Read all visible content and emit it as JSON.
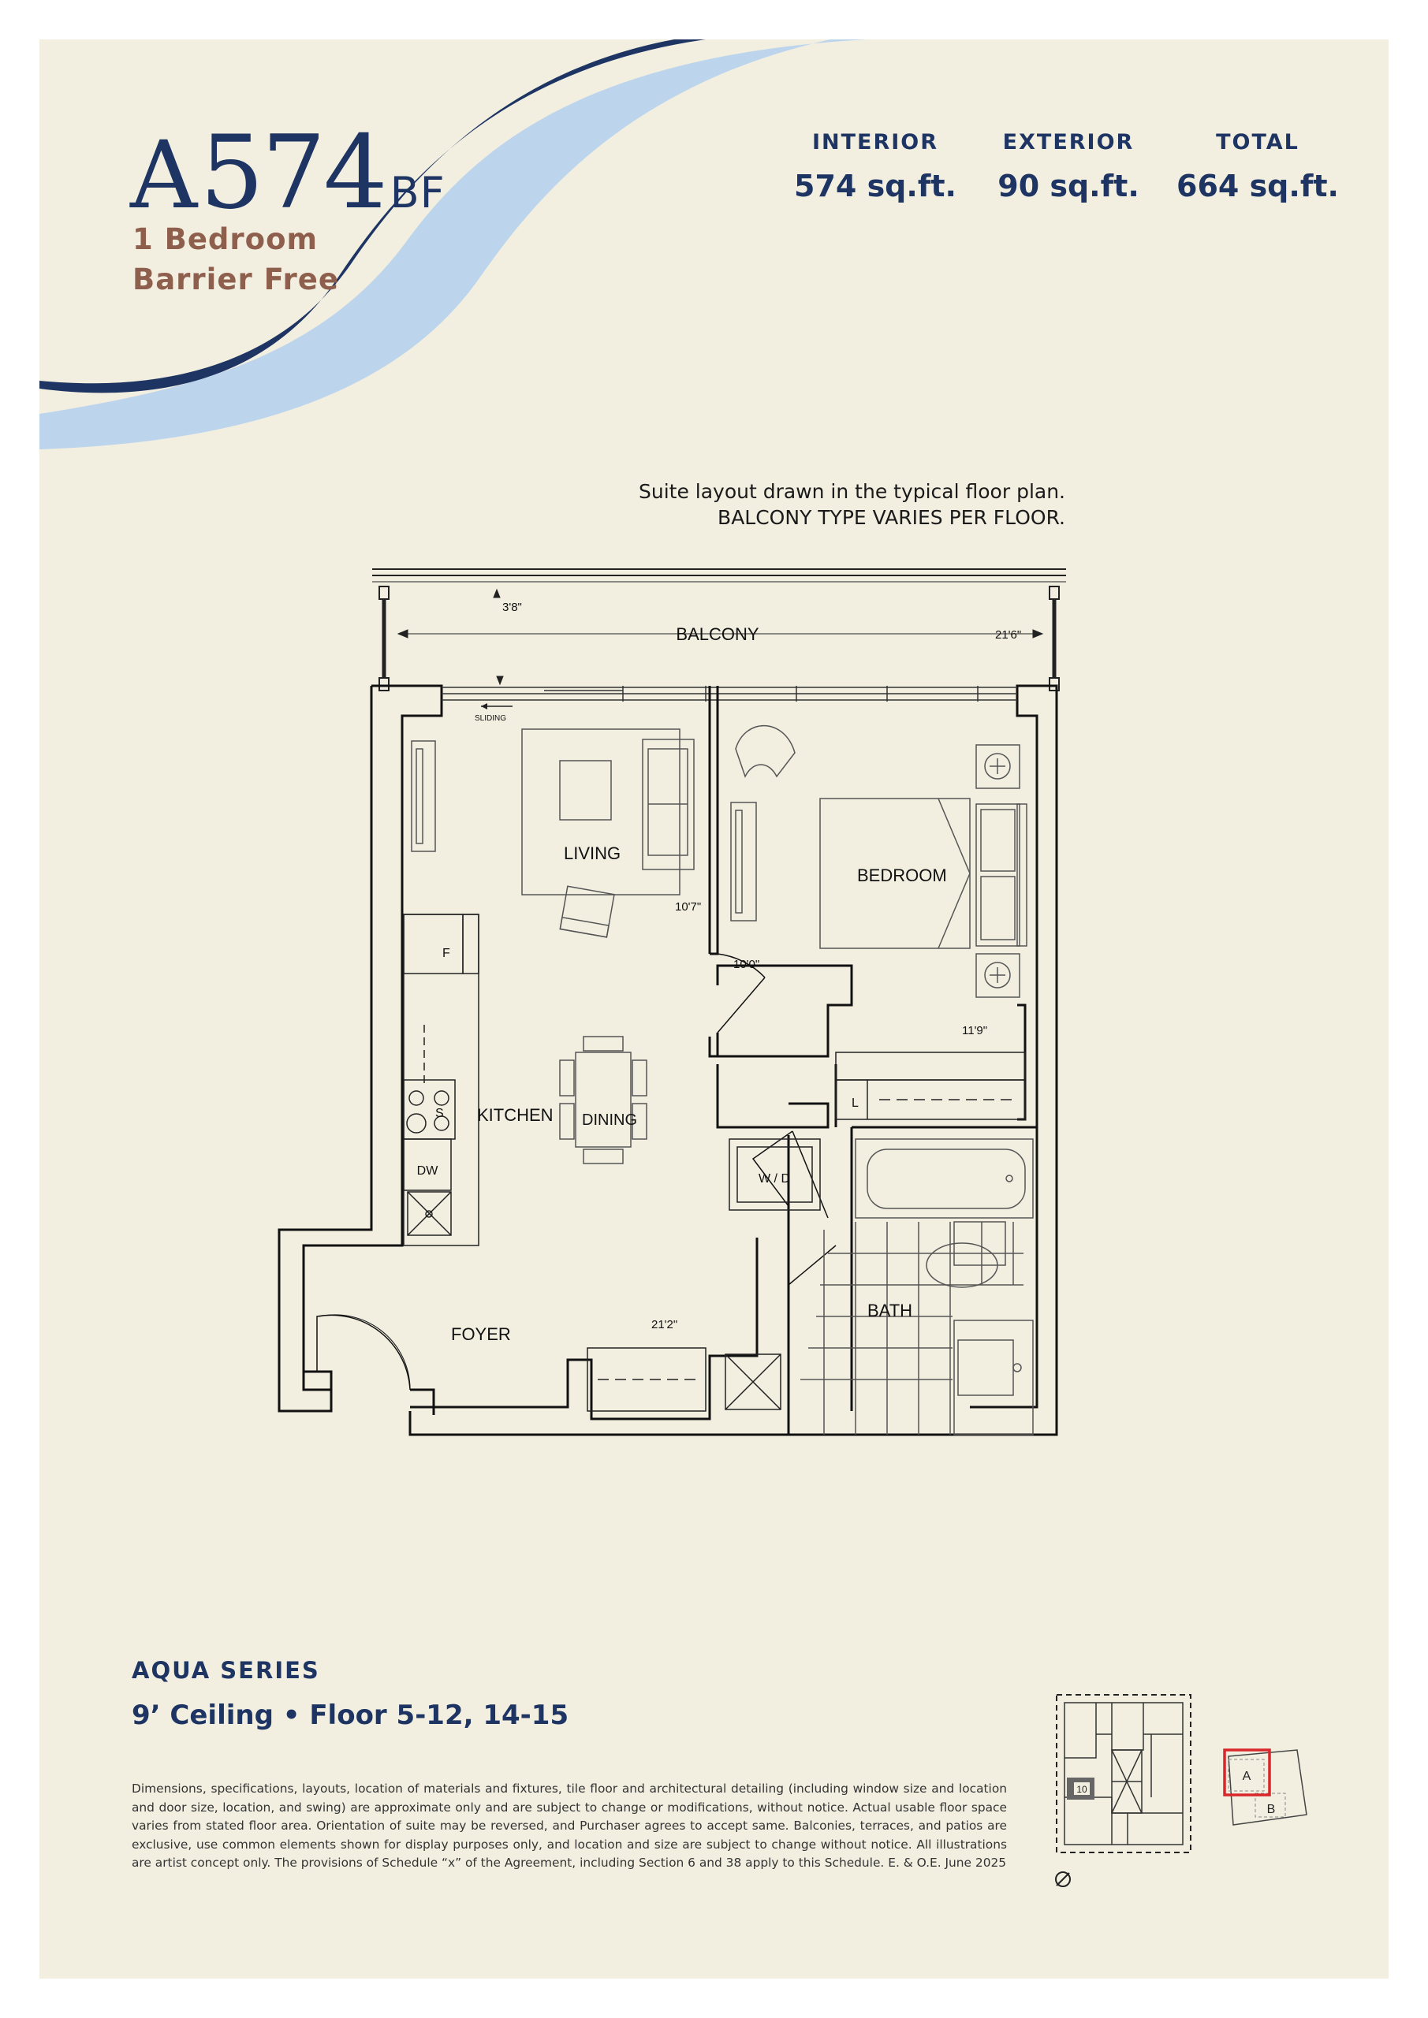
{
  "unit": {
    "letter": "A",
    "number": "574",
    "suffix": "BF",
    "type_line1": "1 Bedroom",
    "type_line2": "Barrier Free"
  },
  "areas": {
    "interior_label": "INTERIOR",
    "interior_value": "574 sq.ft.",
    "exterior_label": "EXTERIOR",
    "exterior_value": "90 sq.ft.",
    "total_label": "TOTAL",
    "total_value": "664 sq.ft."
  },
  "plan_note": {
    "line1": "Suite layout drawn in the typical floor plan.",
    "line2": "BALCONY TYPE VARIES PER FLOOR."
  },
  "floorplan": {
    "balcony": "BALCONY",
    "balcony_dim_left": "3'8\"",
    "balcony_dim_right": "21'6\"",
    "sliding": "SLIDING",
    "living": "LIVING",
    "living_dim": "10'7\"",
    "bedroom": "BEDROOM",
    "bedroom_dim": "10'0\"",
    "bedroom_dim2": "11'9\"",
    "kitchen": "KITCHEN",
    "dining": "DINING",
    "fridge": "F",
    "stove": "S",
    "dishwasher": "DW",
    "linen": "L",
    "washer_dryer": "W / D",
    "bath": "BATH",
    "foyer": "FOYER",
    "foyer_dim": "21'2\""
  },
  "series": {
    "name": "AQUA SERIES",
    "ceiling": "9’ Ceiling • Floor 5-12, 14-15"
  },
  "disclaimer": "Dimensions, specifications, layouts, location of materials and fixtures, tile floor and architectural detailing (including window size and location and door size, location, and swing) are approximate only and are subject to change or modifications, without notice. Actual usable floor space varies from stated floor area. Orientation of suite may be reversed, and Purchaser agrees to accept same. Balconies, terraces, and patios are exclusive, use common elements shown for display purposes only, and location and size are subject to change without notice. All illustrations are artist concept only. The provisions of Schedule “x” of the Agreement, including Section 6 and 38 apply to this Schedule. E. & O.E. June 2025",
  "keyplan": {
    "floor_number": "10",
    "building_a": "A",
    "building_b": "B"
  },
  "colors": {
    "page_background": "#f2efe1",
    "navy": "#1e3563",
    "light_blue": "#bdd5ec",
    "brown": "#8e5f4c",
    "highlight_red": "#d8262a"
  }
}
